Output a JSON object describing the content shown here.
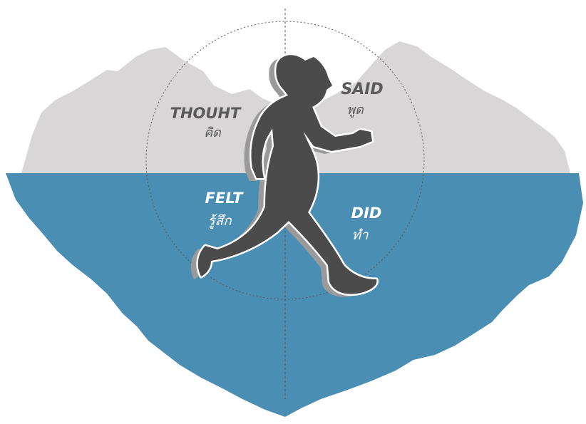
{
  "colors": {
    "above_water": "#d8d6d6",
    "below_water": "#4a8eb4",
    "figure": "#4b4b4b",
    "figure_shadow": "#9a9a9a",
    "figure_outline": "#ffffff",
    "dark_text": "#5a5a5a",
    "light_text": "#ffffff",
    "guide_line": "#555555"
  },
  "labels": {
    "thought": {
      "en": "THOUHT",
      "th": "คิด"
    },
    "said": {
      "en": "SAID",
      "th": "พูด"
    },
    "felt": {
      "en": "FELT",
      "th": "รู้สึก"
    },
    "did": {
      "en": "DID",
      "th": "ทำ"
    }
  },
  "icons": {
    "figure": "running-boy-silhouette-icon",
    "iceberg": "iceberg-shape"
  }
}
